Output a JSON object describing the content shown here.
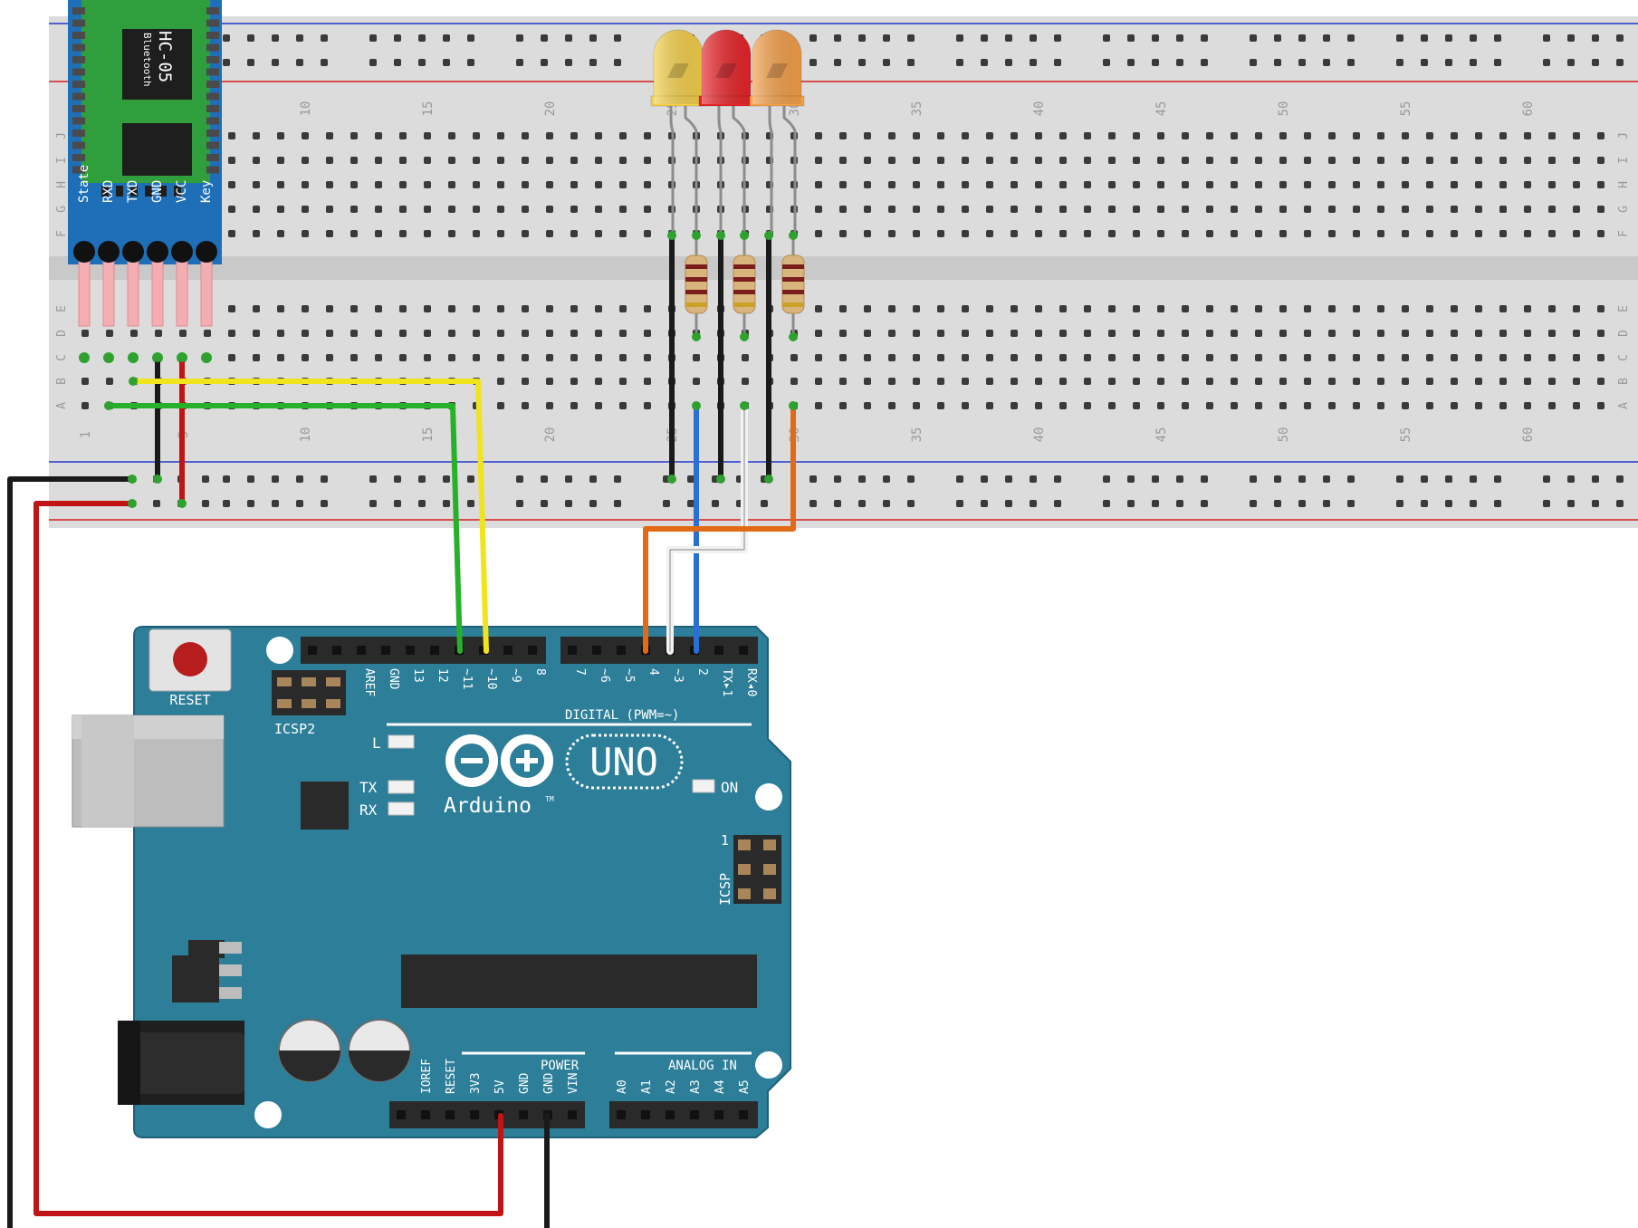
{
  "breadboard": {
    "column_numbers": [
      "1",
      "5",
      "10",
      "15",
      "20",
      "25",
      "30",
      "35",
      "40",
      "45",
      "50",
      "55",
      "60"
    ],
    "row_letters_top": [
      "J",
      "I",
      "H",
      "G",
      "F"
    ],
    "row_letters_bottom": [
      "E",
      "D",
      "C",
      "B",
      "A"
    ]
  },
  "hc05": {
    "title": "HC-05",
    "subtitle": "Bluetooth",
    "pins": [
      "State",
      "RXD",
      "TXD",
      "GND",
      "VCC",
      "Key"
    ]
  },
  "leds": [
    {
      "name": "yellow-led",
      "color": "#f5d04a"
    },
    {
      "name": "red-led",
      "color": "#e8242a"
    },
    {
      "name": "orange-led",
      "color": "#f5a04a"
    }
  ],
  "arduino": {
    "brand": "Arduino",
    "trademark": "TM",
    "model": "UNO",
    "reset_label": "RESET",
    "icsp2_label": "ICSP2",
    "icsp_label": "ICSP",
    "icsp_pin1": "1",
    "led_l": "L",
    "led_tx": "TX",
    "led_rx": "RX",
    "led_on": "ON",
    "digital_label": "DIGITAL (PWM=~)",
    "digital_pins": [
      "AREF",
      "GND",
      "13",
      "12",
      "~11",
      "~10",
      "~9",
      "8",
      "7",
      "~6",
      "~5",
      "4",
      "~3",
      "2",
      "TX▸1",
      "RX◂0"
    ],
    "power_label": "POWER",
    "power_pins": [
      "IOREF",
      "RESET",
      "3V3",
      "5V",
      "GND",
      "GND",
      "VIN"
    ],
    "analog_label": "ANALOG IN",
    "analog_pins": [
      "A0",
      "A1",
      "A2",
      "A3",
      "A4",
      "A5"
    ]
  },
  "colors": {
    "board_teal": "#2c7e99",
    "breadboard": "#dcdcdc",
    "rail_red": "#d31e1e",
    "rail_blue": "#2136c9",
    "wire_black": "#1a1a1a",
    "wire_red": "#c11414",
    "wire_yellow": "#f1e31c",
    "wire_green": "#27b02a",
    "wire_blue": "#2a6fd3",
    "wire_white": "#f2f2f2",
    "wire_orange": "#e06a16"
  }
}
